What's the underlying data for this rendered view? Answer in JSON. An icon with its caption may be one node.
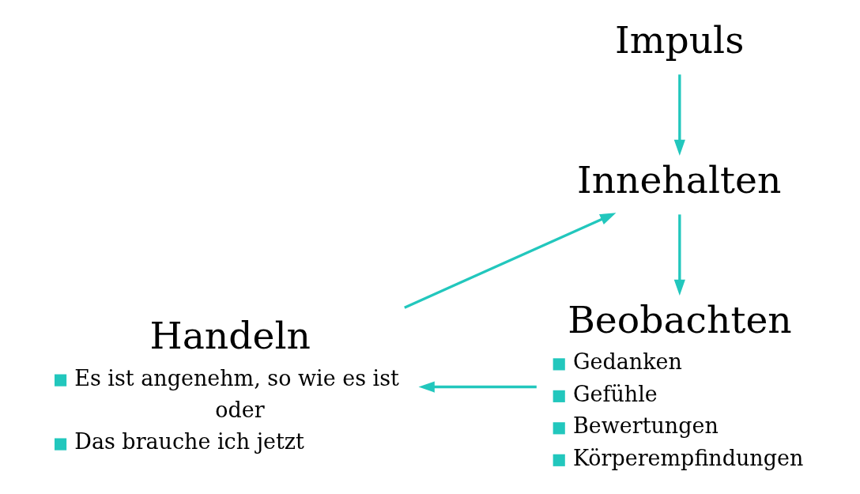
{
  "diagram": {
    "nodes": [
      {
        "text": [
          "Impuls"
        ]
      },
      {
        "text": [
          "Innehalten"
        ]
      },
      {
        "text": [
          "Beobachten",
          "Gedanken",
          "Gefühle",
          "Bewertungen",
          "Körperempfindungen"
        ]
      },
      {
        "text": [
          "Handeln",
          "Es ist angenehm, so wie es ist",
          "oder",
          "Das brauche ich jetzt"
        ]
      }
    ],
    "edges": [
      {
        "from": 0,
        "to": 1,
        "arrow": "to"
      },
      {
        "from": 1,
        "to": 2,
        "arrow": "to"
      },
      {
        "from": 2,
        "to": 3,
        "arrow": "to"
      },
      {
        "from": 3,
        "to": 1,
        "arrow": "to"
      }
    ]
  }
}
